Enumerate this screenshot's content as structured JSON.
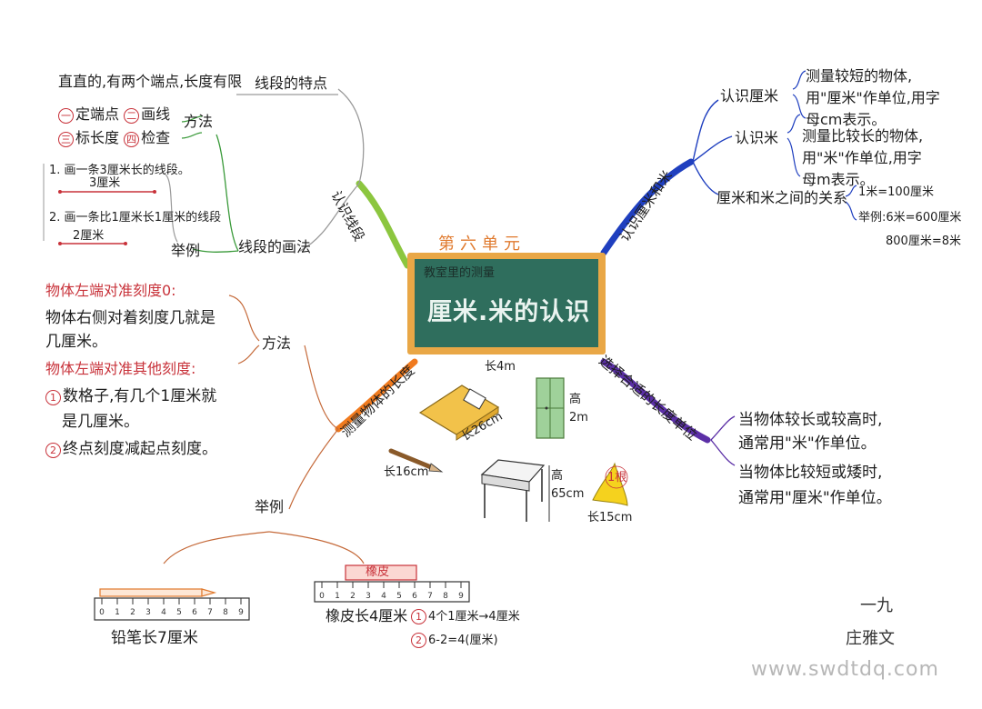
{
  "center": {
    "unit": "第六单元",
    "subtitle": "教室里的测量",
    "title": "厘米.米的认识",
    "board_length": "长4m"
  },
  "left_top": {
    "branch": "认识线段",
    "features_label": "线段的特点",
    "features_text": "直直的,有两个端点,长度有限",
    "drawing_label": "线段的画法",
    "method_label": "方法",
    "steps": [
      "定端点",
      "画线",
      "标长度",
      "检查"
    ],
    "step_nums": [
      "一",
      "二",
      "三",
      "四"
    ],
    "example_label": "举例",
    "example1": "1. 画一条3厘米长的线段。",
    "example1_len": "3厘米",
    "example2": "2. 画一条比1厘米长1厘米的线段",
    "example2_len": "2厘米"
  },
  "left_bottom": {
    "branch": "测量物体的长度",
    "method_label": "方法",
    "rule1": "物体左端对准刻度0:",
    "rule1_detail_a": "物体右侧对着刻度几就是",
    "rule1_detail_b": "几厘米。",
    "rule2": "物体左端对准其他刻度:",
    "rule2_a1": "数格子,有几个1厘米就",
    "rule2_a2": "是几厘米。",
    "rule2_b": "终点刻度减起点刻度。",
    "example_label": "举例",
    "pencil_caption": "铅笔长7厘米",
    "eraser_label": "橡皮",
    "eraser_caption": "橡皮长4厘米",
    "eraser_way1": "4个1厘米→4厘米",
    "eraser_way2": "6-2=4(厘米)",
    "ruler1_ticks": [
      "0",
      "1",
      "2",
      "3",
      "4",
      "5",
      "6",
      "7",
      "8",
      "9"
    ],
    "ruler2_ticks": [
      "0",
      "1",
      "2",
      "3",
      "4",
      "5",
      "6",
      "7",
      "8",
      "9"
    ]
  },
  "right_top": {
    "branch": "认识厘米和米",
    "cm_label": "认识厘米",
    "cm_text_1": "测量较短的物体,",
    "cm_text_2": "用\"厘米\"作单位,用字",
    "cm_text_3": "母cm表示。",
    "m_label": "认识米",
    "m_text_1": "测量比较长的物体,",
    "m_text_2": "用\"米\"作单位,用字",
    "m_text_3": "母m表示。",
    "relation_label": "厘米和米之间的关系",
    "relation_1": "1米=100厘米",
    "relation_2": "举例:6米=600厘米",
    "relation_3": "800厘米=8米"
  },
  "right_bottom": {
    "branch": "选择合适的长度单位",
    "text_1a": "当物体较长或较高时,",
    "text_1b": "通常用\"米\"作单位。",
    "text_2a": "当物体比较短或矮时,",
    "text_2b": "通常用\"厘米\"作单位。"
  },
  "objects": {
    "book": "长26cm",
    "door_a": "高",
    "door_b": "2m",
    "pencil": "长16cm",
    "desk_a": "高",
    "desk_b": "65cm",
    "banana": "长15cm",
    "banana_tag": "1根"
  },
  "author": {
    "class": "一九",
    "name": "庄雅文"
  },
  "watermark": "www.swdtdq.com",
  "colors": {
    "green_branch": "#8cc63f",
    "blue_branch": "#1f3fbf",
    "orange_branch": "#f07a1e",
    "purple_branch": "#5b2fa6",
    "board_frame": "#e9a746",
    "board_green": "#2f6e5d",
    "red_text": "#c8323a"
  }
}
